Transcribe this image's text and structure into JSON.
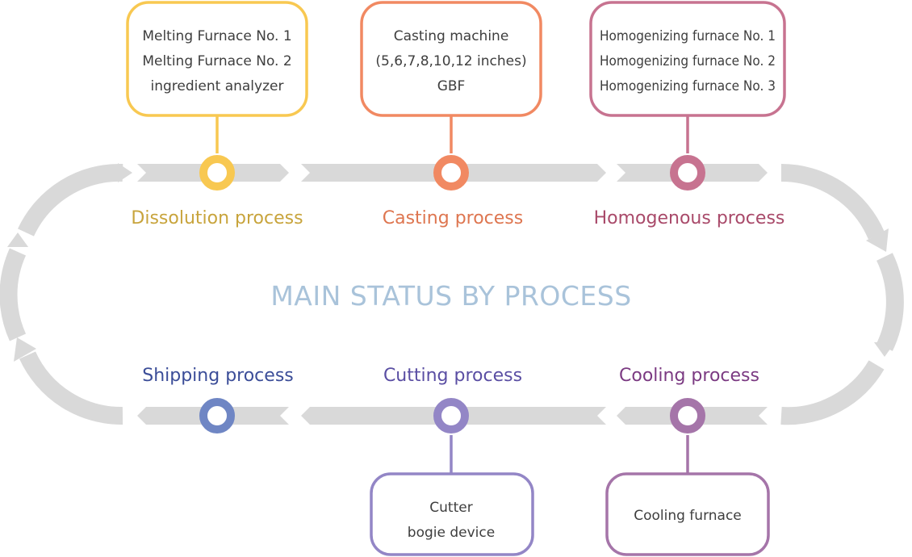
{
  "title": "MAIN STATUS BY PROCESS",
  "colors": {
    "track": "#d9d9d9",
    "title": "#a9c3da",
    "dissolution": "#f8c851",
    "dissolution_text": "#c8a43c",
    "casting": "#f18962",
    "casting_text": "#de7650",
    "homogenous": "#c77390",
    "homogenous_text": "#a94a6a",
    "shipping": "#6f86c4",
    "shipping_text": "#3b4d98",
    "cutting": "#9386c6",
    "cutting_text": "#5a4ea3",
    "cooling": "#a575a9",
    "cooling_text": "#7b3a82"
  },
  "processes": {
    "dissolution": {
      "label": "Dissolution process",
      "equipment": [
        "Melting Furnace No. 1",
        "Melting Furnace No. 2",
        "ingredient analyzer"
      ]
    },
    "casting": {
      "label": "Casting process",
      "equipment": [
        "Casting machine",
        "(5,6,7,8,10,12 inches)",
        "GBF"
      ]
    },
    "homogenous": {
      "label": "Homogenous process",
      "equipment": [
        "Homogenizing furnace No. 1",
        "Homogenizing furnace No. 2",
        "Homogenizing furnace No. 3"
      ]
    },
    "shipping": {
      "label": "Shipping process",
      "equipment": []
    },
    "cutting": {
      "label": "Cutting process",
      "equipment": [
        "Cutter",
        "bogie device"
      ]
    },
    "cooling": {
      "label": "Cooling process",
      "equipment": [
        "Cooling furnace"
      ]
    }
  }
}
